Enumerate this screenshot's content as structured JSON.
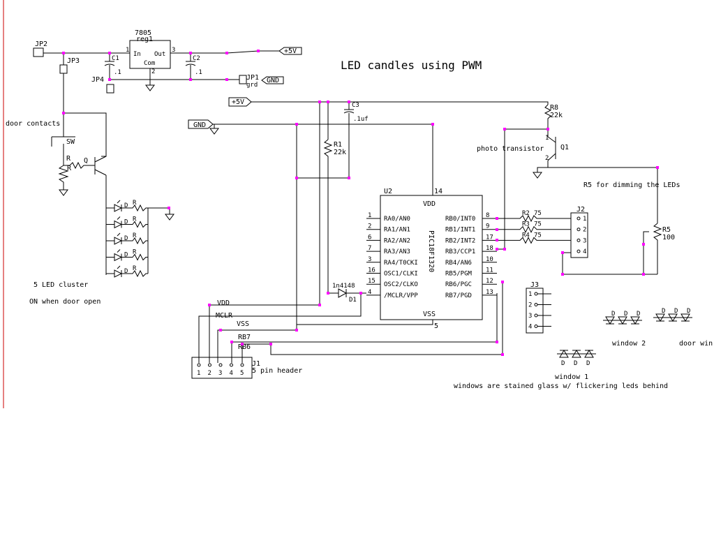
{
  "title": "LED candles using PWM",
  "colors": {
    "wire": "#000000",
    "node": "#ff00ff",
    "margin": "#cc0000"
  },
  "regulator": {
    "part": "7805",
    "ref": "reg1",
    "pin_in": "In",
    "pin_out": "Out",
    "pin_com": "Com",
    "pin1": "1",
    "pin2": "2",
    "pin3": "3"
  },
  "jumpers": {
    "jp2": "JP2",
    "jp3": "JP3",
    "jp4": "JP4",
    "jp1": "JP1",
    "jp1_sub": "grd"
  },
  "caps": {
    "c1": "C1",
    "c1_val": ".1",
    "c2": "C2",
    "c2_val": ".1",
    "c3": "C3",
    "c3_val": ".1uf"
  },
  "nets": {
    "plus5v_top": "+5V",
    "gnd_top": "GND",
    "plus5v_mid": "+5V",
    "gnd_mid": "GND"
  },
  "door": {
    "contacts": "door contacts",
    "sw": "SW",
    "r": "R",
    "r2": "R",
    "q": "Q",
    "cluster_label": "5 LED cluster",
    "cluster_note": "ON when door open",
    "led_d": "D",
    "led_r": "R"
  },
  "mcu": {
    "ref": "U2",
    "part": "PIC18F1320",
    "vdd_label": "VDD",
    "vdd_pin": "14",
    "vss_label": "VSS",
    "vss_pin": "5",
    "left_pins": [
      {
        "num": "1",
        "name": "RA0/AN0"
      },
      {
        "num": "2",
        "name": "RA1/AN1"
      },
      {
        "num": "6",
        "name": "RA2/AN2"
      },
      {
        "num": "7",
        "name": "RA3/AN3"
      },
      {
        "num": "3",
        "name": "RA4/T0CKI"
      },
      {
        "num": "16",
        "name": "OSC1/CLKI"
      },
      {
        "num": "15",
        "name": "OSC2/CLKO"
      },
      {
        "num": "4",
        "name": "/MCLR/VPP"
      }
    ],
    "right_pins": [
      {
        "num": "8",
        "name": "RB0/INT0"
      },
      {
        "num": "9",
        "name": "RB1/INT1"
      },
      {
        "num": "17",
        "name": "RB2/INT2"
      },
      {
        "num": "18",
        "name": "RB3/CCP1"
      },
      {
        "num": "10",
        "name": "RB4/AN6"
      },
      {
        "num": "11",
        "name": "RB5/PGM"
      },
      {
        "num": "12",
        "name": "RB6/PGC"
      },
      {
        "num": "13",
        "name": "RB7/PGD"
      }
    ]
  },
  "r1": {
    "ref": "R1",
    "val": "22k"
  },
  "d1": {
    "part": "1n4148",
    "ref": "D1"
  },
  "r8": {
    "ref": "R8",
    "val": "22k"
  },
  "q1": {
    "ref": "Q1",
    "label": "photo transistor",
    "pin1": "1",
    "pin2": "2"
  },
  "r5": {
    "label": "R5 for dimming the LEDs",
    "ref": "R5",
    "val": "100"
  },
  "series_r": [
    {
      "ref": "R2",
      "val": "75"
    },
    {
      "ref": "R3",
      "val": "75"
    },
    {
      "ref": "R4",
      "val": "75"
    }
  ],
  "j2": {
    "ref": "J2",
    "pins": [
      "1",
      "2",
      "3",
      "4"
    ]
  },
  "j3": {
    "ref": "J3",
    "pins": [
      "1",
      "2",
      "3",
      "4"
    ]
  },
  "j1": {
    "ref": "J1",
    "label": "5 pin header",
    "pins": [
      "1",
      "2",
      "3",
      "4",
      "5"
    ]
  },
  "header_nets": {
    "vdd": "VDD",
    "mclr": "MCLR",
    "vss": "VSS",
    "rb7": "RB7",
    "rb6": "RB6"
  },
  "windows": {
    "d": "D",
    "w1": "window 1",
    "w2": "window 2",
    "door": "door win",
    "note": "windows are stained glass w/ flickering leds behind"
  }
}
